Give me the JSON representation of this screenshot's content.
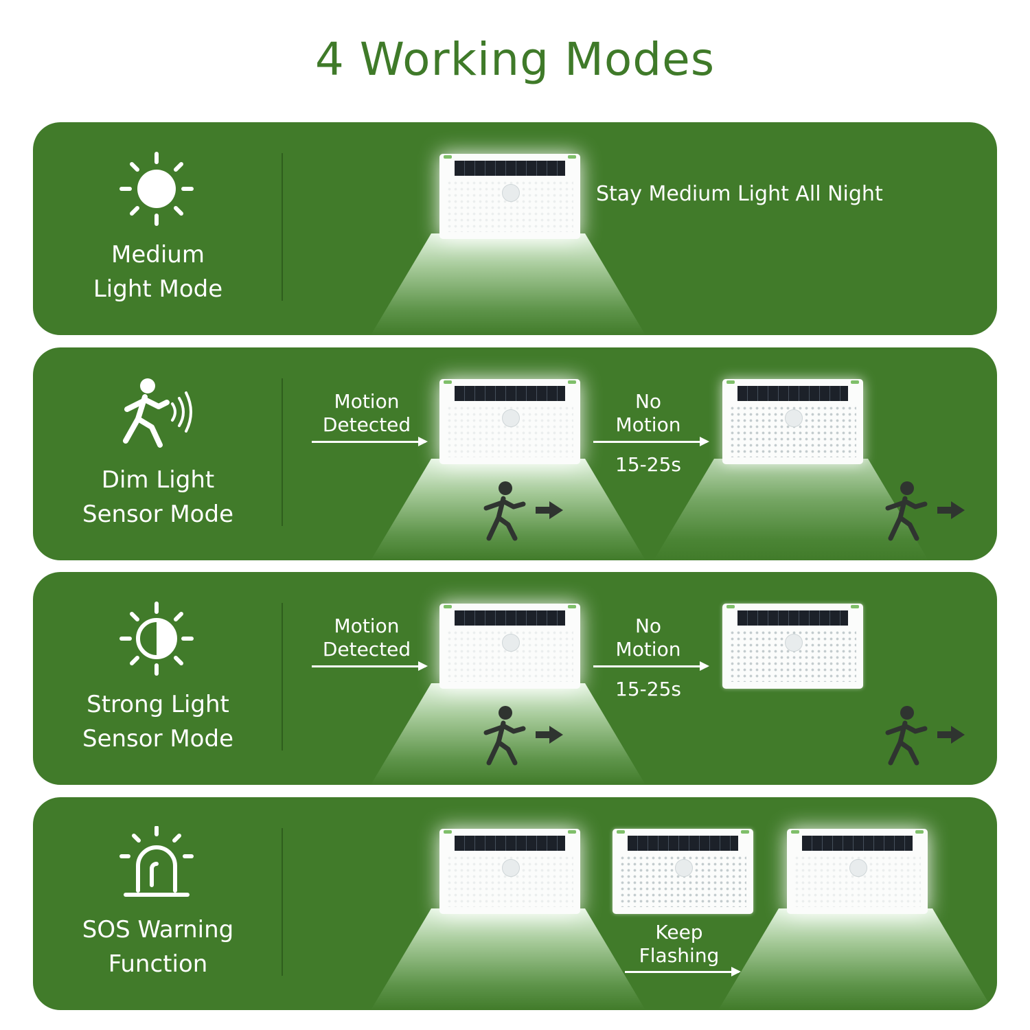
{
  "page": {
    "title": "4 Working Modes"
  },
  "colors": {
    "panel": "#417b2a",
    "title": "#3f7a29",
    "text": "#ffffff",
    "person": "#2f3430"
  },
  "modes": [
    {
      "name_lines": [
        "Medium",
        "Light Mode"
      ],
      "icon": "sun-icon",
      "description": "Stay Medium Light All Night"
    },
    {
      "name_lines": [
        "Dim Light",
        "Sensor Mode"
      ],
      "icon": "motion-person-icon",
      "trigger_lines": [
        "Motion",
        "Detected"
      ],
      "no_motion_lines": [
        "No",
        "Motion"
      ],
      "delay": "15-25s"
    },
    {
      "name_lines": [
        "Strong Light",
        "Sensor Mode"
      ],
      "icon": "half-sun-icon",
      "trigger_lines": [
        "Motion",
        "Detected"
      ],
      "no_motion_lines": [
        "No",
        "Motion"
      ],
      "delay": "15-25s"
    },
    {
      "name_lines": [
        "SOS Warning",
        "Function"
      ],
      "icon": "siren-icon",
      "flash_lines": [
        "Keep",
        "Flashing"
      ]
    }
  ]
}
